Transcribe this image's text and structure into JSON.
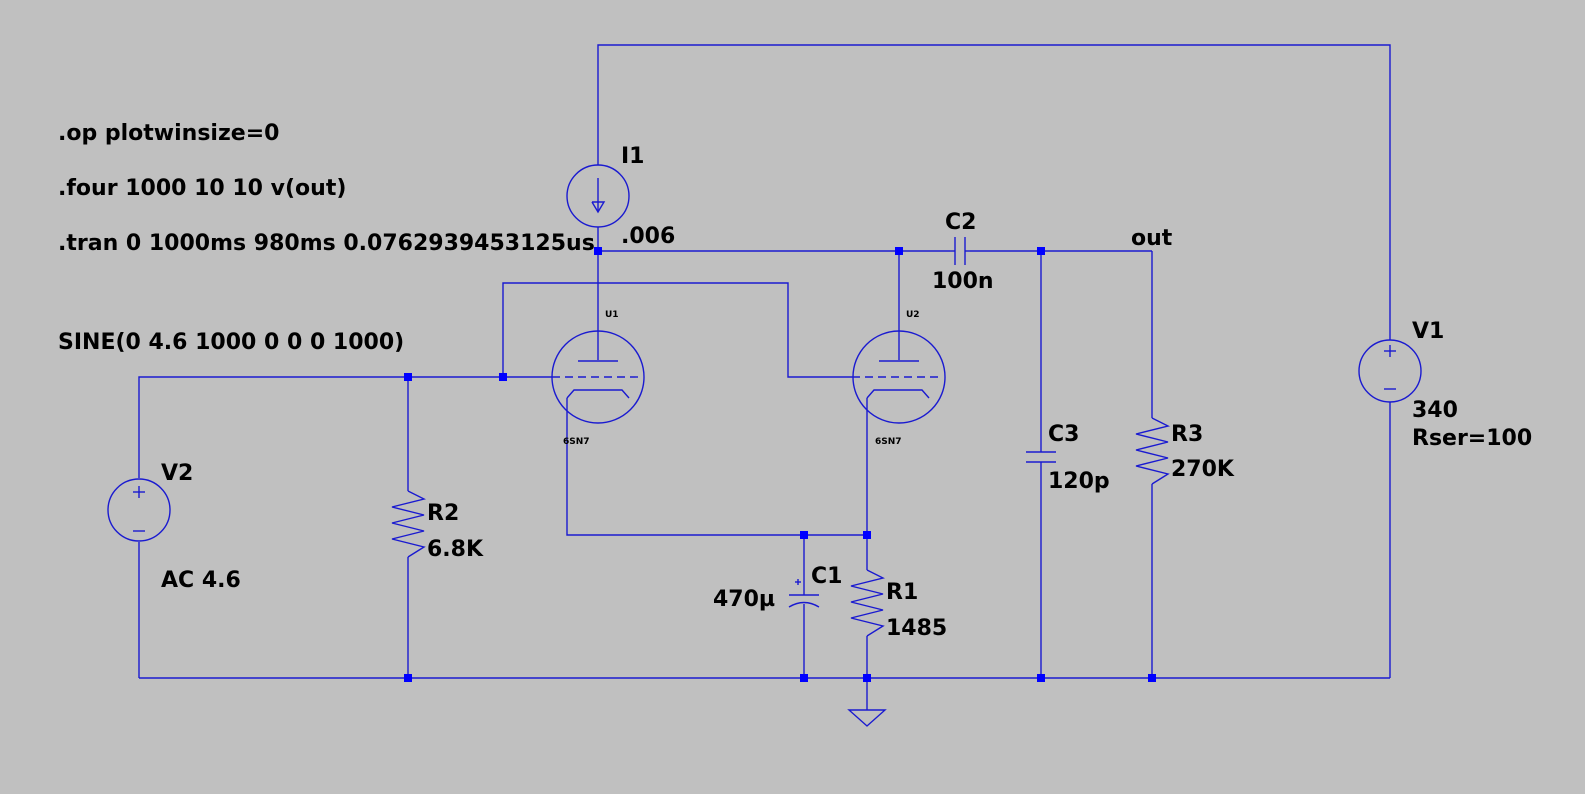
{
  "directives": {
    "op": ".op plotwinsize=0",
    "four": ".four 1000 10 10 v(out)",
    "tran": ".tran 0 1000ms 980ms 0.0762939453125us",
    "sine": "SINE(0 4.6 1000 0 0 0 1000)"
  },
  "components": {
    "i1": {
      "name": "I1",
      "value": ".006"
    },
    "c2": {
      "name": "C2",
      "value": "100n"
    },
    "c3": {
      "name": "C3",
      "value": "120p"
    },
    "c1": {
      "name": "C1",
      "value": "470µ"
    },
    "r1": {
      "name": "R1",
      "value": "1485"
    },
    "r2": {
      "name": "R2",
      "value": "6.8K"
    },
    "r3": {
      "name": "R3",
      "value": "270K"
    },
    "v1": {
      "name": "V1",
      "value": "340",
      "extra": "Rser=100"
    },
    "v2": {
      "name": "V2",
      "value": "AC 4.6"
    },
    "u1": {
      "name": "U1",
      "model": "6SN7"
    },
    "u2": {
      "name": "U2",
      "model": "6SN7"
    }
  },
  "net_labels": {
    "out": "out"
  },
  "colors": {
    "background": "#c0c0c0",
    "wire": "#1a1ad0",
    "node": "#0000ff",
    "text": "#000000"
  }
}
